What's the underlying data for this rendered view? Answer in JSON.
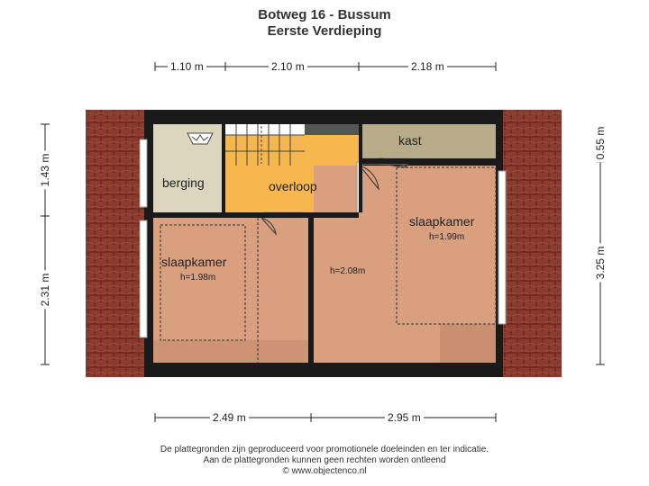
{
  "title": {
    "line1": "Botweg 16 - Bussum",
    "line2": "Eerste Verdieping"
  },
  "dimensions": {
    "top": [
      "1.10 m",
      "2.10 m",
      "2.18 m"
    ],
    "bottom": [
      "2.49 m",
      "2.95 m"
    ],
    "left": [
      "1.43 m",
      "2.31 m"
    ],
    "right": [
      "0.55 m",
      "3.25 m"
    ]
  },
  "rooms": {
    "berging": "berging",
    "overloop": "overloop",
    "kast": "kast",
    "slaapkamer_left": {
      "label": "slaapkamer",
      "height": "h=1.98m"
    },
    "slaapkamer_right": {
      "label": "slaapkamer",
      "height": "h=1.99m"
    },
    "middle_height": "h=2.08m"
  },
  "footer": {
    "line1": "De plattegronden zijn geproduceerd voor promotionele doeleinden en ter indicatie.",
    "line2": "Aan de plattegronden kunnen geen rechten worden ontleend",
    "line3": "© www.objectenco.nl"
  },
  "colors": {
    "roof": "#8b3a2e",
    "wall": "#1a1a1a",
    "bedroom": "#d9a07f",
    "overloop": "#f5b74e",
    "berging": "#ddd6bf",
    "kast": "#b8ab8a"
  }
}
